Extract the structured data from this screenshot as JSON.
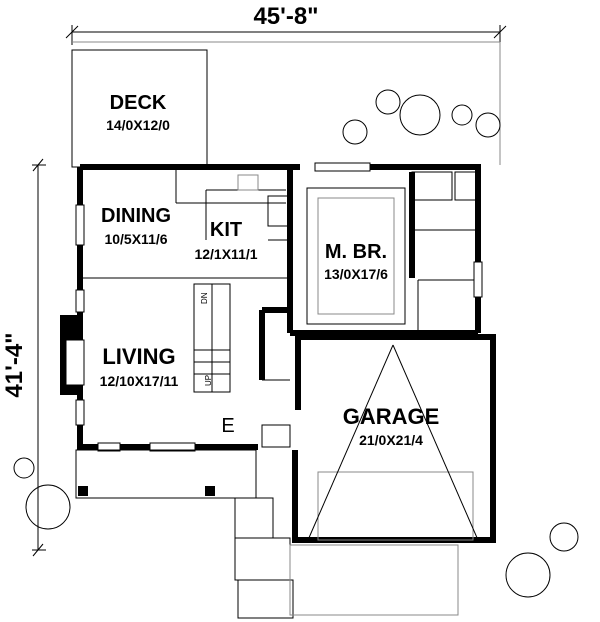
{
  "dimensions": {
    "width": "45'-8\"",
    "depth": "41'-4\""
  },
  "rooms": {
    "deck": {
      "name": "DECK",
      "size": "14/0X12/0"
    },
    "dining": {
      "name": "DINING",
      "size": "10/5X11/6"
    },
    "kitchen": {
      "name": "KIT",
      "size": "12/1X11/1"
    },
    "master": {
      "name": "M. BR.",
      "size": "13/0X17/6"
    },
    "living": {
      "name": "LIVING",
      "size": "12/10X17/11"
    },
    "garage": {
      "name": "GARAGE",
      "size": "21/0X21/4"
    },
    "entry": {
      "name": "E"
    }
  },
  "stairs": {
    "down": "DN",
    "up": "UP"
  }
}
